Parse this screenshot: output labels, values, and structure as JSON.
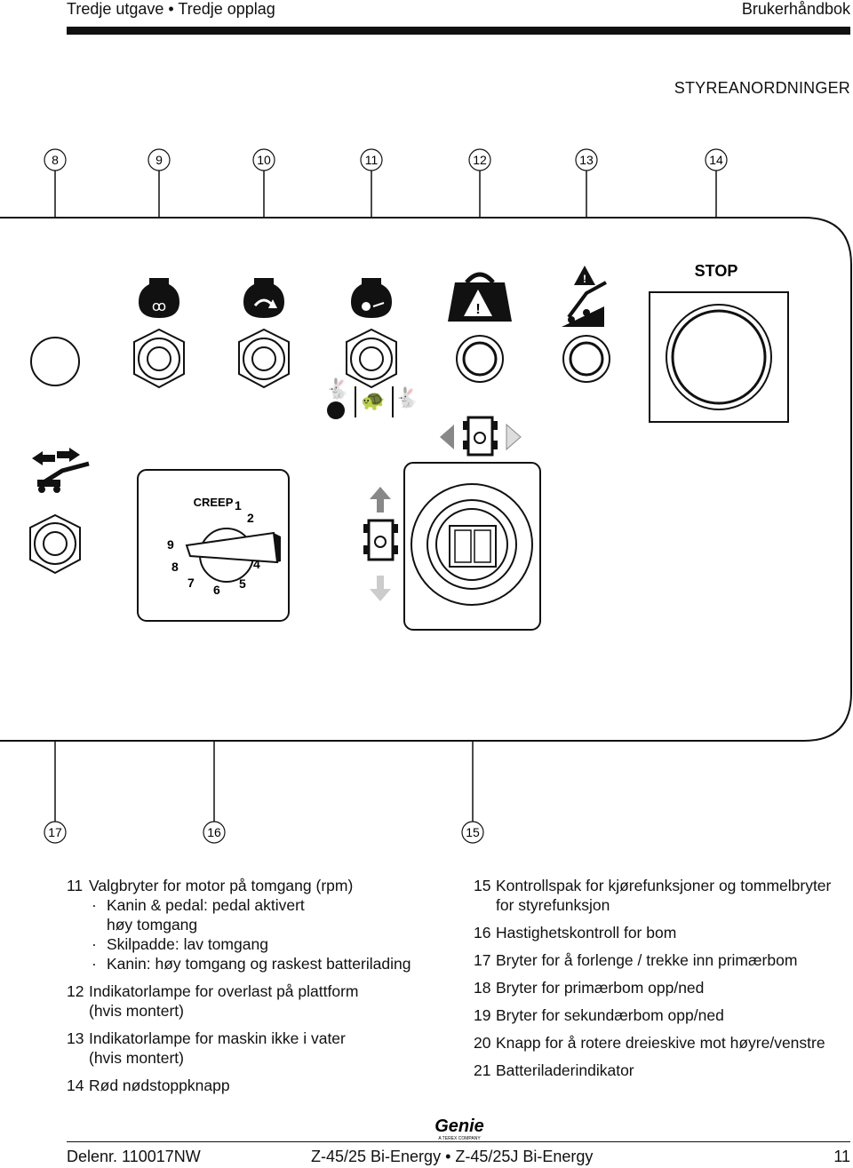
{
  "header": {
    "left": "Tredje utgave • Tredje opplag",
    "right": "Brukerhåndbok"
  },
  "section_title": "STYREANORDNINGER",
  "callouts_top": [
    "8",
    "9",
    "10",
    "11",
    "12",
    "13",
    "14"
  ],
  "callouts_bottom": [
    "17",
    "16",
    "15"
  ],
  "panel": {
    "stop_label": "STOP",
    "creep_label": "CREEP",
    "dial_numbers": [
      "1",
      "2",
      "4",
      "5",
      "6",
      "7",
      "8",
      "9"
    ]
  },
  "descriptions_left": [
    {
      "num": "11",
      "text": "Valgbryter for motor på tomgang (rpm)",
      "bullets": [
        "Kanin & pedal: pedal aktivert",
        "høy tomgang",
        "Skilpadde: lav tomgang",
        "Kanin: høy tomgang og raskest batterilading"
      ]
    },
    {
      "num": "12",
      "text": "Indikatorlampe for overlast på plattform",
      "extra": "(hvis montert)"
    },
    {
      "num": "13",
      "text": "Indikatorlampe for maskin ikke i vater",
      "extra": "(hvis montert)"
    },
    {
      "num": "14",
      "text": "Rød nødstoppknapp"
    }
  ],
  "descriptions_right": [
    {
      "num": "15",
      "text": "Kontrollspak for kjørefunksjoner og tommelbryter",
      "extra": "for styrefunksjon"
    },
    {
      "num": "16",
      "text": "Hastighetskontroll for bom"
    },
    {
      "num": "17",
      "text": "Bryter for å forlenge / trekke inn primærbom"
    },
    {
      "num": "18",
      "text": "Bryter for primærbom opp/ned"
    },
    {
      "num": "19",
      "text": "Bryter for sekundærbom opp/ned"
    },
    {
      "num": "20",
      "text": "Knapp for å rotere dreieskive mot høyre/venstre"
    },
    {
      "num": "21",
      "text": "Batteriladerindikator"
    }
  ],
  "footer": {
    "left": "Delenr. 110017NW",
    "center": "Z-45/25 Bi-Energy • Z-45/25J Bi-Energy",
    "right": "11",
    "logo_text": "Genie",
    "logo_sub": "A TEREX COMPANY"
  }
}
